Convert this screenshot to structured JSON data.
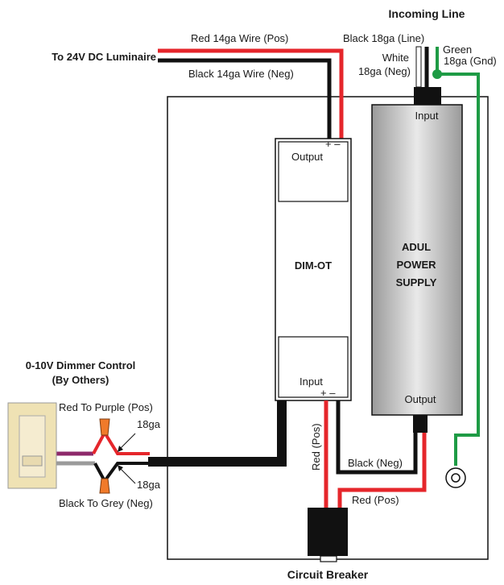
{
  "colors": {
    "red": "#e5262b",
    "black": "#111111",
    "green": "#1e9b45",
    "purple": "#8e2a6b",
    "grey": "#9a9a9a",
    "orange": "#f07a2a",
    "dimmer_plate": "#efe2b4"
  },
  "labels": {
    "incoming_line": "Incoming Line",
    "black_line": "Black 18ga (Line)",
    "white_l1": "White",
    "white_l2": "18ga (Neg)",
    "green_l1": "Green",
    "green_l2": "18ga (Gnd)",
    "to_luminaire": "To 24V DC Luminaire",
    "red_14ga": "Red 14ga Wire (Pos)",
    "black_14ga": "Black 14ga Wire (Neg)",
    "dimot_output": "Output",
    "dimot_plus_minus": "+ –",
    "dimot_name": "DIM-OT",
    "dimot_input": "Input",
    "dimot_plus_minus_in": "+ –",
    "psu_input": "Input",
    "psu_l1": "ADUL",
    "psu_l2": "POWER",
    "psu_l3": "SUPPLY",
    "psu_output": "Output",
    "dimmer_title1": "0-10V Dimmer Control",
    "dimmer_title2": "(By Others)",
    "red_to_purple": "Red To Purple (Pos)",
    "ga_top": "18ga",
    "ga_bottom": "18ga",
    "black_to_grey": "Black To Grey (Neg)",
    "red_pos_vertical": "Red (Pos)",
    "black_neg": "Black (Neg)",
    "red_pos": "Red (Pos)",
    "circuit_breaker": "Circuit Breaker"
  }
}
